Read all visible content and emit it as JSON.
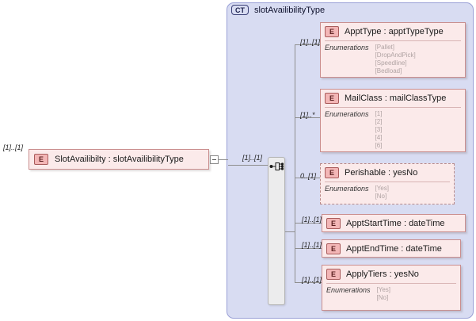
{
  "diagram": {
    "type": "xsd-schema-diagram",
    "root_element": {
      "badge": "E",
      "label": "SlotAvailibilty : slotAvailibilityType",
      "cardinality": "[1]..[1]",
      "collapse_icon": "minus-icon"
    },
    "complex_type": {
      "badge": "CT",
      "title": "slotAvailibilityType",
      "compositor": "sequence",
      "cardinality": "[1]..[1]"
    },
    "labels": {
      "enumerations": "Enumerations"
    },
    "children": [
      {
        "badge": "E",
        "label": "ApptType : apptTypeType",
        "cardinality": "[1]..[1]",
        "optional": false,
        "enumerations": [
          "[Pallet]",
          "[DropAndPick]",
          "[Speedline]",
          "[Bedload]"
        ]
      },
      {
        "badge": "E",
        "label": "MailClass : mailClassType",
        "cardinality": "[1]..*",
        "optional": false,
        "enumerations": [
          "[1]",
          "[2]",
          "[3]",
          "[4]",
          "[6]"
        ]
      },
      {
        "badge": "E",
        "label": "Perishable : yesNo",
        "cardinality": "0..[1]",
        "optional": true,
        "enumerations": [
          "[Yes]",
          "[No]"
        ]
      },
      {
        "badge": "E",
        "label": "ApptStartTime : dateTime",
        "cardinality": "[1]..[1]",
        "optional": false,
        "enumerations": []
      },
      {
        "badge": "E",
        "label": "ApptEndTime : dateTime",
        "cardinality": "[1]..[1]",
        "optional": false,
        "enumerations": []
      },
      {
        "badge": "E",
        "label": "ApplyTiers : yesNo",
        "cardinality": "[1]..[1]",
        "optional": false,
        "enumerations": [
          "[Yes]",
          "[No]"
        ]
      }
    ],
    "colors": {
      "container_bg": "#d8dcf2",
      "container_border": "#9aa0d6",
      "element_bg": "#fbeaea",
      "element_border": "#c98e8e",
      "badge_bg": "#f3b6b6",
      "connector": "#8f8f8f"
    }
  }
}
